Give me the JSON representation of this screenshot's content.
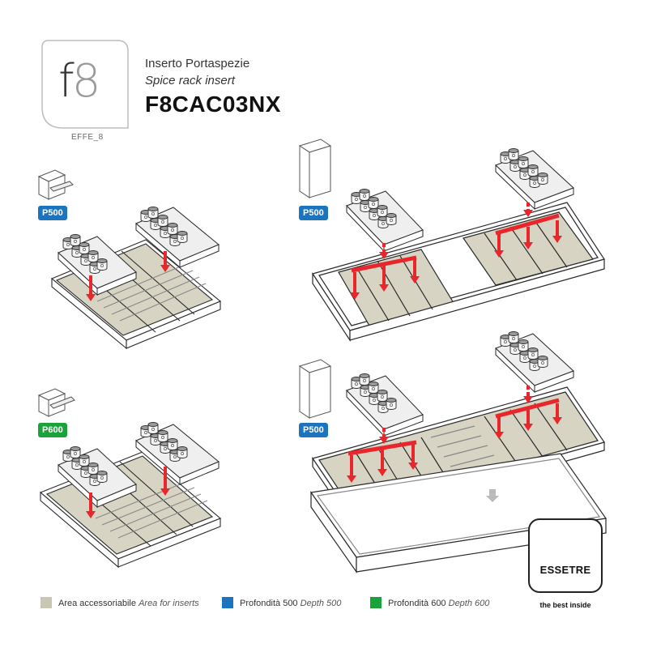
{
  "header": {
    "logo_letter": "f",
    "logo_number": "8",
    "logo_caption": "EFFE_8",
    "title_it": "Inserto Portaspezie",
    "title_en": "Spice rack insert",
    "code": "F8CAC03NX"
  },
  "panels": {
    "top_left_badge": "P500",
    "bottom_left_badge": "P600",
    "top_right_badge": "P500",
    "bottom_right_badge": "P500"
  },
  "legend": {
    "area_label": "Area accessoriabile",
    "area_label_en": "Area for inserts",
    "area_color": "#c9c6b4",
    "depth500_label": "Profondità 500",
    "depth500_label_en": "Depth 500",
    "depth500_color": "#1b74bd",
    "depth600_label": "Profondità 600",
    "depth600_label_en": "Depth 600",
    "depth600_color": "#1ba33b"
  },
  "brand": {
    "name": "ESSETRE",
    "tagline": "the best inside"
  },
  "colors": {
    "arrow": "#e8262b",
    "outline": "#2a2a2a"
  }
}
